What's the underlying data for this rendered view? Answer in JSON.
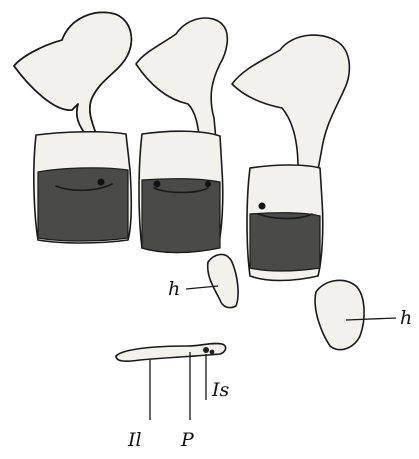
{
  "figure": {
    "labels": {
      "haemal_left": "h",
      "haemal_right": "h",
      "Il": "Il",
      "P": "P",
      "Is": "Is"
    }
  }
}
